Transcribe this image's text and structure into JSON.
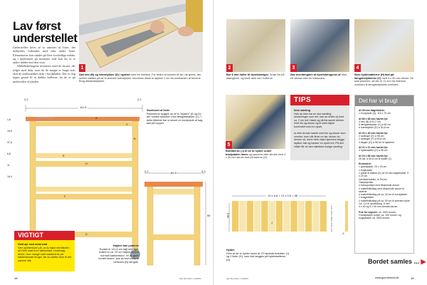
{
  "left": {
    "title_line1": "Lav først",
    "title_line2": "understellet",
    "intro": "Understellet laves af to rammer af lister, der indbyrdes forbindes med seks andre lister. Elementerne kan samles på flere forskellige måder, og i tipsboksen på modsatte side kan du se to andre måder end den viste.",
    "intro2": "Møbelhåndtagene monteres med de skruer, der følger med dem, men da de næppe er lange nok, skal de undersænkes dybt i bordpladen. Der er dog ingen grund til at dække hullerne, da de er på undersiden af pladen.",
    "photo1": {
      "num": "1",
      "bold": "Sæt ben (B) og tværstykker (D) i spænd",
      "text": " med lim imellem. For bedre at komme få fat i de grebs, der senere sættes på de to øverste tværstykker, monteres disse to stykker 2 cm fra overkanten af benene. Brug afstandsstykker."
    },
    "diagram": {
      "dim_left": "2,2",
      "dim_width": "111,6",
      "dim_right": "2,2",
      "labels": {
        "A": "A",
        "B": "B",
        "C": "C",
        "E": "E",
        "H": "H",
        "F": "F",
        "D": "D"
      },
      "vdims": [
        "1,8",
        "16,9",
        "37,6",
        "6,8",
        "11",
        "16,4"
      ]
    },
    "side_diagram": {
      "dim_left": "2,2",
      "dim_width": "64,5",
      "dim_right": "3,3",
      "height": "98"
    },
    "samlesaet": {
      "title": "Samlesæt af lister",
      "text": "Rammerne bygges op af to \"lejdere\" (B og D), der holdes sammen med længdestykker (C). I dette tilfælde har vi skruet en bordplade af bøg fast på toppen."
    },
    "vigtigt": {
      "title": "VIGTIGT",
      "bold": "Hold øje med antal watt",
      "text": "Vær opmærksom på, at du højst må tilslutte i alt 2000 watt til en stikkontakt. Undersøg derfor, hvor mange watt maskinerne på køkkenbordet bruger, før du sætter dem til det samme stik."
    },
    "hojden": {
      "title": "Højden kan justeres",
      "text": "Bordet er 111,6 cm højt inkl. hjul, hvilket er ca. 20 cm højere end et normalt køkkenbord. Vil du gøre bordet lavere, kan du blot korte af benenes (B) længde."
    },
    "page_num": "18",
    "footer": "Gør Det Selv • 11/2004"
  },
  "right": {
    "photos": [
      {
        "num": "2",
        "bold": "Bor 6 mm huller til dyvelstænger.",
        "text": " Smør lim på stængerne, og bank dem ind i hullerne."
      },
      {
        "num": "3",
        "bold": "Sav overlængden af dyvelstængerne af",
        "text": " med en stiksav eller en fukssvans."
      },
      {
        "num": "4",
        "bold": "Skru hyldestøtterne (H) fast på længdestykkerne (C)",
        "text": " med 4 x 40 mm skruer. De skal placeres, så der er 11 mm fra listernes overkant til længdestykkets overkant."
      },
      {
        "num": "5",
        "bold": "Brædderne (J) til de to hylder under bordpladen limes",
        "text": " og sømmes eller skrues med 4 x 30 mm skruer fast på listerne (G)."
      }
    ],
    "tips": {
      "title": "TIPS",
      "subtitle": "Nem samling",
      "p1": "Hvis du ikke har en stor samling skruetvinger som her, kan du enten a) bore ca. 2 cm ind i træet og derfra samle delene med lim og skruer og til sidst skjule borehullet med en dyvel,",
      "p2": "b) eller du kan samle med lim og skruer som ovenfor, men når limen er tør, skruer du skruen ud, borer hele vejen igennem begge stykker træ og banker en dyvel ind. På den måde får du den stærkest mulige samling."
    },
    "shelf": {
      "dim_width": "13 x 6,8 + 12 x 0,9 = 98",
      "dim_height": "49,5",
      "label": "J",
      "side_label": "G",
      "side_dims": "1,2 + 6,8 + 18,3 + 6,8 + 1,2"
    },
    "hylder": {
      "title": "Hylder",
      "text": "Hver af de to hylder laves af 13 høvlede brædder (J) og 2 lister (G), som blot lægges på hyldestøtterne (H)."
    },
    "brugt": {
      "title": "Det har vi brugt",
      "sections": [
        {
          "head": "Af 28 mm bøgelimtræ:",
          "items": [
            "1 bordplade (A), 116 x 70 cm"
          ]
        },
        {
          "head": "Af 68 x 68 mm høvlet fyr:",
          "items": [
            "4 ben (B) à 91,2 cm",
            "6 længdestykker (C) à 98 cm",
            "6 tværstykker (D) à 50,8 cm"
          ]
        },
        {
          "head": "Af 33 x 45 mm høvlet fyr:",
          "items": [
            "2 sarlinger (E) à 98 cm",
            "2 sarlinger (F) à 50,8 cm",
            "4 lægter (G) à 98 cm til hylderne"
          ]
        },
        {
          "head": "Af 21 x 21 mm høvlet fyr:",
          "items": [
            "4 hyldestøtter (H) à 98 cm"
          ]
        },
        {
          "head": "Af 15 x 68 mm høvlet fyr:",
          "items": [
            "26 stk. à 50,8 cm til hylder (J)"
          ]
        },
        {
          "head": "Endvidere:",
          "items": [
            "1 granitplade, 23 x 23 cm",
            "1 kogeplade",
            "1 plade til flasker (K) af 18 mm bøgelimtræ, 9 x 29 cm",
            "Vandfast trælim, fx Pa-lim",
            "Træpleje/olie",
            "4 transporthjul med tilhørende skruer",
            "2 møbelhåndtag med tilhørende skruer til siderne",
            "4 møbelhåndtag på ca. 34 cm til bordpladen",
            "1 knageække",
            "2 møbelhåndtag på ca. 50 cm til øverste hylde",
            "Ca. 1,5 m dyvelstang, 8 mm",
            "4 x 40 og 5 x 90 mm climate-skruer"
          ]
        }
      ],
      "price_bold": "Pris for vognen:",
      "price": " ca. 1500 kroner. Granitpladen koster ca. 100 kroner, og kogepladen ca. 2500 kroner."
    },
    "continue": "Bordet samles ...",
    "url": "www.goerdetselv.dk",
    "page_num": "19",
    "footer": "Gør Det Selv • 11/2004"
  },
  "colors": {
    "red": "#d8202a",
    "yellow": "#ffe800",
    "wood": "#f3d27a",
    "top": "#e8874a"
  }
}
